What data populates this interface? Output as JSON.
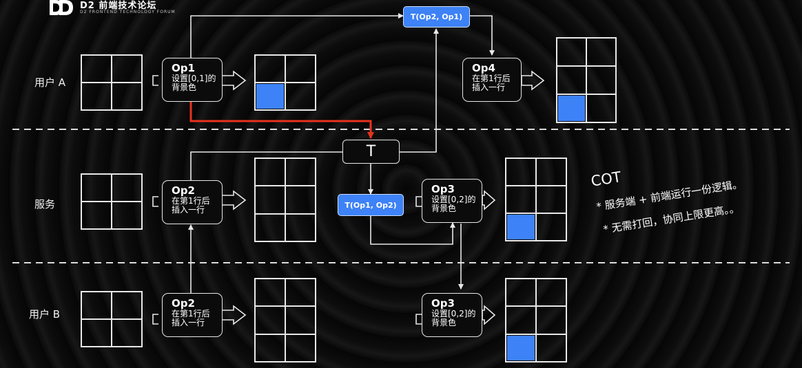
{
  "logo": {
    "title": "D2 前端技术论坛",
    "subtitle": "D2 FRONTEND TECHNOLOGY FORUM"
  },
  "rows": {
    "user_a": "用户 A",
    "server": "服务",
    "user_b": "用户 B"
  },
  "ops": {
    "op1": {
      "title": "Op1",
      "desc": "设置[0,1]的\n背景色"
    },
    "op4": {
      "title": "Op4",
      "desc": "在第1行后\n插入一行"
    },
    "op2_server": {
      "title": "Op2",
      "desc": "在第1行后\n插入一行"
    },
    "op3_server": {
      "title": "Op3",
      "desc": "设置[0,2]的\n背景色"
    },
    "op2_user_b": {
      "title": "Op2",
      "desc": "在第1行后\n插入一行"
    },
    "op3_user_b": {
      "title": "Op3",
      "desc": "设置[0,2]的\n背景色"
    }
  },
  "transforms": {
    "t_op2_op1": "T(Op2, Op1)",
    "t_center": "T",
    "t_op1_op2": "T(Op1, Op2)"
  },
  "cot": {
    "title": "COT",
    "lines": [
      "* 服务端 + 前端运行一份逻辑。",
      "* 无需打回，协同上限更高。。"
    ]
  },
  "colors": {
    "background": "#000000",
    "highlight_cell": "#3d82f6",
    "arrow_red": "#e8321e",
    "stroke": "#e8e8e8"
  }
}
